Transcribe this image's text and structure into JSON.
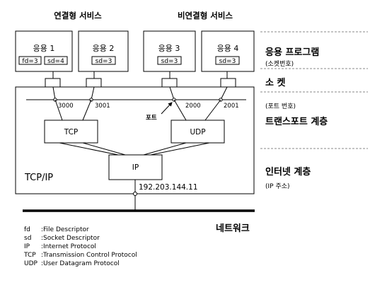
{
  "headers": {
    "connection_oriented": "연결형 서비스",
    "connectionless": "비연결형 서비스"
  },
  "apps": [
    {
      "name": "응용 1",
      "descriptors": [
        "fd=3",
        "sd=4"
      ]
    },
    {
      "name": "응용 2",
      "descriptors": [
        "sd=3"
      ]
    },
    {
      "name": "응용 3",
      "descriptors": [
        "sd=3"
      ]
    },
    {
      "name": "응용 4",
      "descriptors": [
        "sd=3"
      ]
    }
  ],
  "layers": {
    "app_program": "응용 프로그램",
    "socket_number": "(소켓번호)",
    "socket": "소 켓",
    "port_number": "(포트 번호)",
    "transport": "트랜스포트 계층",
    "internet": "인터넷 계층",
    "ip_address": "(IP 주소)"
  },
  "ports": [
    "3000",
    "3001",
    "2000",
    "2001"
  ],
  "port_label": "포트",
  "protocols": {
    "tcp": "TCP",
    "udp": "UDP",
    "ip": "IP"
  },
  "tcpip_label": "TCP/IP",
  "ip_address_value": "192.203.144.11",
  "network_label": "네트워크",
  "legend": [
    {
      "abbr": "fd",
      "desc": ":File Descriptor"
    },
    {
      "abbr": "sd",
      "desc": ":Socket Descriptor"
    },
    {
      "abbr": "IP",
      "desc": ":Internet Protocol"
    },
    {
      "abbr": "TCP",
      "desc": ":Transmission Control Protocol"
    },
    {
      "abbr": "UDP",
      "desc": ":User Datagram Protocol"
    }
  ]
}
